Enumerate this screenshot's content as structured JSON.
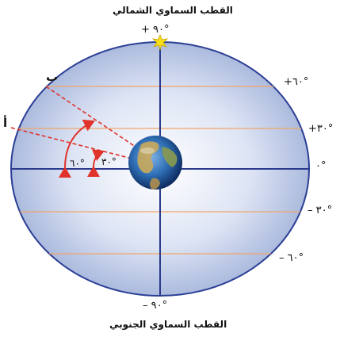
{
  "labels": {
    "north_pole": "القطب السماوي الشمالي",
    "north_pole_deg": "+ ٩٠°",
    "south_pole": "القطب السماوي الجنوبي",
    "south_pole_deg": "– ٩٠°",
    "dec_plus_60": "+٦٠°",
    "dec_plus_30": "+٣٠°",
    "dec_zero": "٠°",
    "dec_minus_30": "– ٣٠°",
    "dec_minus_60": "– ٦٠°",
    "point_a": "أ",
    "point_b": "ب",
    "angle_60": "٦٠°",
    "angle_30": "٣٠°"
  },
  "colors": {
    "sphere_edge": "#2a3f95",
    "axis": "#2b3a8c",
    "parallels": "#f2a56a",
    "arrows": "#e0332b",
    "star": "#f7e017"
  }
}
